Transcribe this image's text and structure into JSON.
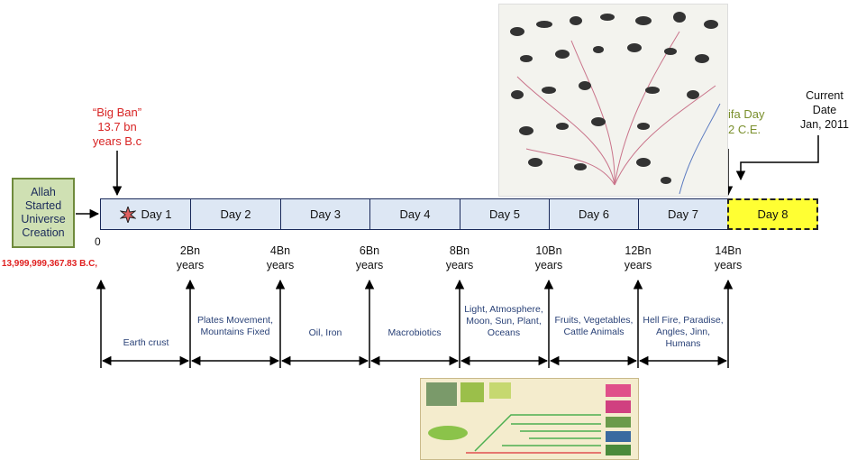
{
  "creation_box": "Allah Started Universe Creation",
  "creation_date": "13,999,999,367.83 B.C,",
  "big_bang": {
    "line1": "“Big Ban”",
    "line2": "13.7 bn",
    "line3": "years B.c"
  },
  "days": [
    "Day 1",
    "Day 2",
    "Day 3",
    "Day 4",
    "Day 5",
    "Day 6",
    "Day 7",
    "Day 8"
  ],
  "zero_label": "0",
  "tick_labels": [
    {
      "value": "2Bn",
      "unit": "years"
    },
    {
      "value": "4Bn",
      "unit": "years"
    },
    {
      "value": "6Bn",
      "unit": "years"
    },
    {
      "value": "8Bn",
      "unit": "years"
    },
    {
      "value": "10Bn",
      "unit": "years"
    },
    {
      "value": "12Bn",
      "unit": "years"
    },
    {
      "value": "14Bn",
      "unit": "years"
    }
  ],
  "eras": [
    "Earth crust",
    "Plates Movement, Mountains Fixed",
    "Oil, Iron",
    "Macrobiotics",
    "Light, Atmosphere, Moon, Sun, Plant, Oceans",
    "Fruits, Vegetables, Cattle Animals",
    "Hell Fire, Paradise, Angles, Jinn, Humans"
  ],
  "green_text": {
    "line1": "ifa Day",
    "line2": "2 C.E."
  },
  "current_date": {
    "line1": "Current",
    "line2": "Date",
    "line3": "Jan, 2011"
  },
  "colors": {
    "red": "#e02020",
    "day_fill": "#dde7f4",
    "day8_fill": "#ffff33",
    "era_text": "#2a4278",
    "green_text": "#7a8f2c"
  }
}
